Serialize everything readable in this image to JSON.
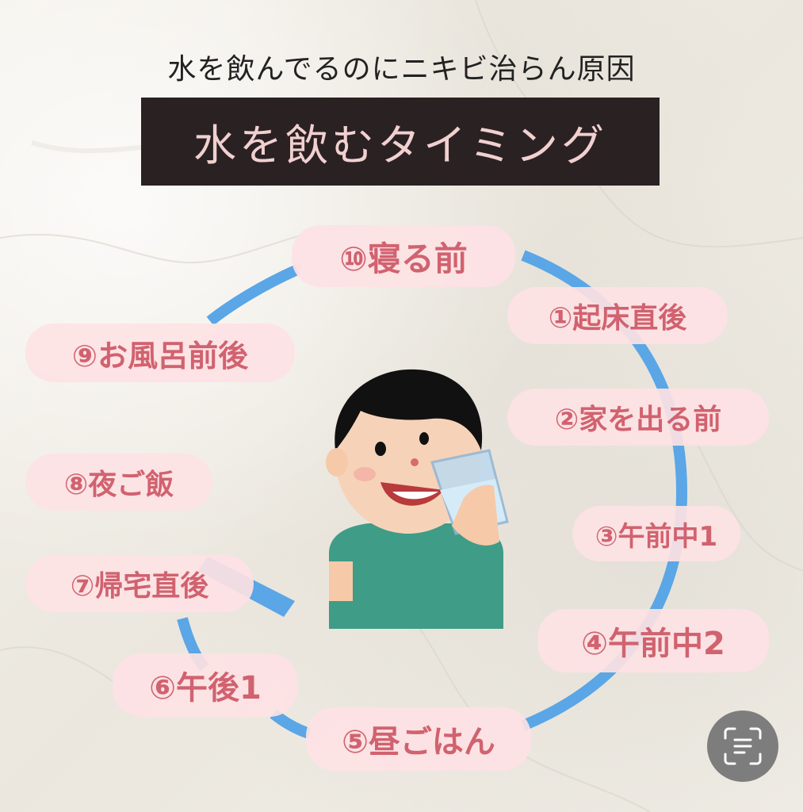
{
  "header": {
    "subtitle": "水を飲んでるのにニキビ治らん原因",
    "title": "水を飲むタイミング"
  },
  "timings": [
    {
      "label": "①起床直後"
    },
    {
      "label": "②家を出る前"
    },
    {
      "label": "③午前中1"
    },
    {
      "label": "④午前中2"
    },
    {
      "label": "⑤昼ごはん"
    },
    {
      "label": "⑥午後1"
    },
    {
      "label": "⑦帰宅直後"
    },
    {
      "label": "⑧夜ご飯"
    },
    {
      "label": "⑨お風呂前後"
    },
    {
      "label": "⑩寝る前"
    }
  ],
  "colors": {
    "ring": "#5aa6e6",
    "pill_bg": "#fde2e4",
    "pill_text": "#d1626f",
    "title_bg": "#2a2123",
    "title_text": "#f2d0d0"
  },
  "icons": {
    "illustration": "boy-drinking-water-illustration",
    "scan": "scan-text-icon"
  }
}
